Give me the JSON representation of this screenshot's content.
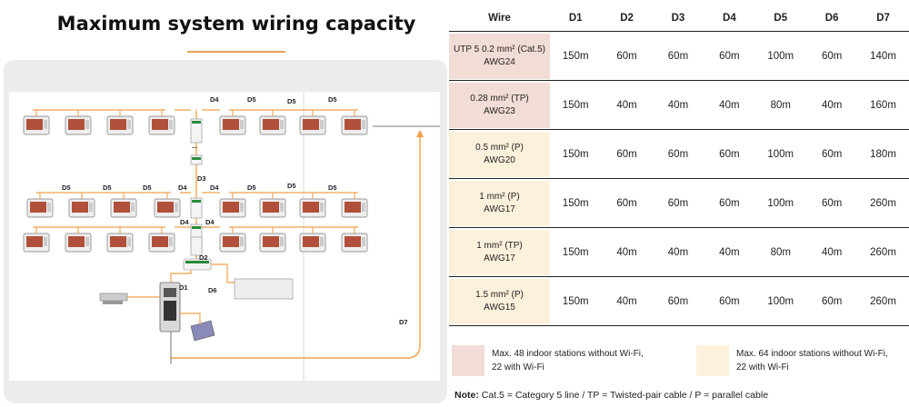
{
  "title": "Maximum system wiring capacity",
  "diagram": {
    "labels": {
      "d1": "D1",
      "d2": "D2",
      "d3": "D3",
      "d6": "D6",
      "d7": "D7",
      "d4_top": "D4",
      "d4_mid_a": "D4",
      "d4_mid_b": "D4",
      "d4_low_a": "D4",
      "d4_low_b": "D4",
      "d5_top_a": "D5",
      "d5_top_b": "D5",
      "d5_top_c": "D5",
      "d5_mid_a": "D5",
      "d5_mid_b": "D5",
      "d5_mid_c": "D5",
      "d5_mid_d": "D5",
      "d5_mid_e": "D5",
      "d5_mid_f": "D5",
      "ellipsis": "..."
    },
    "colors": {
      "cable": "#f0a04b",
      "monitor_body": "#eeeeee",
      "screen": "#b0503a"
    }
  },
  "table": {
    "headers": [
      "Wire",
      "D1",
      "D2",
      "D3",
      "D4",
      "D5",
      "D6",
      "D7"
    ],
    "rows": [
      {
        "wire_line1": "UTP 5 0.2 mm² (Cat.5)",
        "wire_line2": "AWG24",
        "values": [
          "150m",
          "60m",
          "60m",
          "60m",
          "100m",
          "60m",
          "140m"
        ],
        "group": "pink"
      },
      {
        "wire_line1": "0.28 mm² (TP)",
        "wire_line2": "AWG23",
        "values": [
          "150m",
          "40m",
          "40m",
          "40m",
          "80m",
          "40m",
          "160m"
        ],
        "group": "pink"
      },
      {
        "wire_line1": "0.5 mm² (P)",
        "wire_line2": "AWG20",
        "values": [
          "150m",
          "60m",
          "60m",
          "60m",
          "100m",
          "60m",
          "180m"
        ],
        "group": "cream"
      },
      {
        "wire_line1": "1 mm² (P)",
        "wire_line2": "AWG17",
        "values": [
          "150m",
          "60m",
          "60m",
          "60m",
          "100m",
          "60m",
          "260m"
        ],
        "group": "cream"
      },
      {
        "wire_line1": "1 mm² (TP)",
        "wire_line2": "AWG17",
        "values": [
          "150m",
          "40m",
          "40m",
          "40m",
          "80m",
          "40m",
          "260m"
        ],
        "group": "cream"
      },
      {
        "wire_line1": "1.5 mm² (P)",
        "wire_line2": "AWG15",
        "values": [
          "150m",
          "40m",
          "60m",
          "60m",
          "100m",
          "60m",
          "260m"
        ],
        "group": "cream"
      }
    ]
  },
  "legend": {
    "pink": {
      "line1": "Max. 48 indoor stations without Wi-Fi,",
      "line2": "22 with Wi-Fi",
      "color": "#f2dcd6"
    },
    "cream": {
      "line1": "Max. 64 indoor stations without Wi-Fi,",
      "line2": "22 with Wi-Fi",
      "color": "#fdf1dc"
    }
  },
  "note": {
    "label": "Note:",
    "text": " Cat.5 = Category 5 line / TP = Twisted-pair cable / P = parallel cable"
  }
}
